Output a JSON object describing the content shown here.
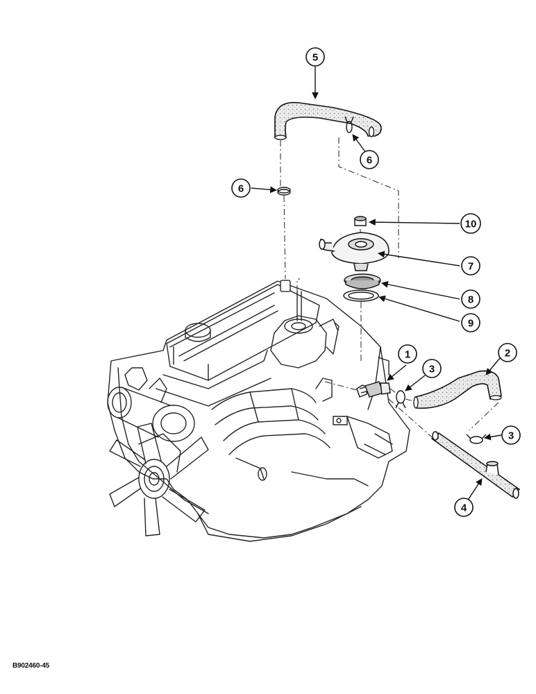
{
  "figure_id": "B902460-45",
  "callouts": {
    "c1": "1",
    "c2": "2",
    "c3a": "3",
    "c3b": "3",
    "c4": "4",
    "c5": "5",
    "c6a": "6",
    "c6b": "6",
    "c7": "7",
    "c8": "8",
    "c9": "9",
    "c10": "10"
  },
  "colors": {
    "ink": "#111111",
    "hose_fill": "#e9e9e9"
  }
}
